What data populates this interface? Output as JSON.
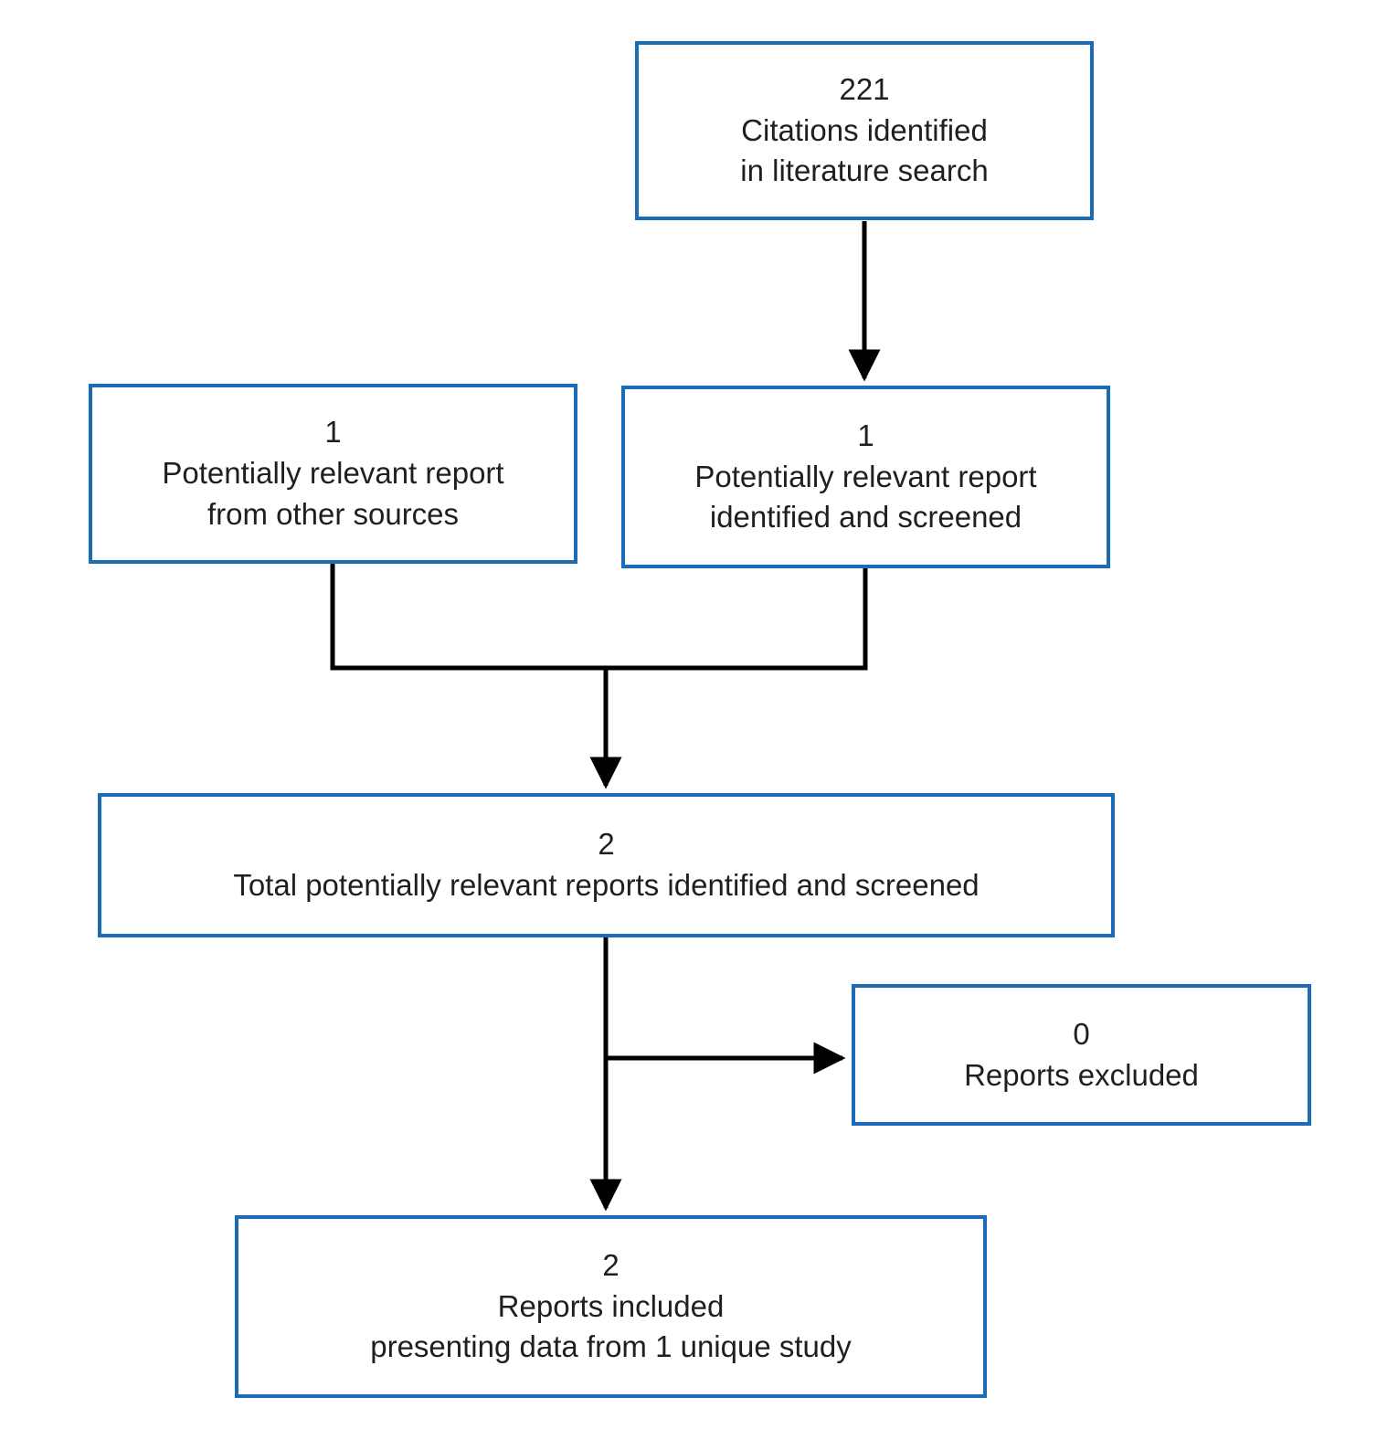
{
  "colors": {
    "background": "#ffffff",
    "box_border": "#1b6cb8",
    "arrow": "#000000",
    "text": "#1f1f1f"
  },
  "flowchart": {
    "citations": {
      "count": "221",
      "line1": "Citations identified",
      "line2": "in literature search"
    },
    "other_sources": {
      "count": "1",
      "line1": "Potentially relevant report",
      "line2": "from other sources"
    },
    "screened": {
      "count": "1",
      "line1": "Potentially relevant report",
      "line2": "identified and screened"
    },
    "total": {
      "count": "2",
      "line1": "Total potentially relevant reports identified and screened"
    },
    "excluded": {
      "count": "0",
      "line1": "Reports excluded"
    },
    "included": {
      "count": "2",
      "line1": "Reports included",
      "line2": "presenting data from 1 unique study"
    }
  }
}
